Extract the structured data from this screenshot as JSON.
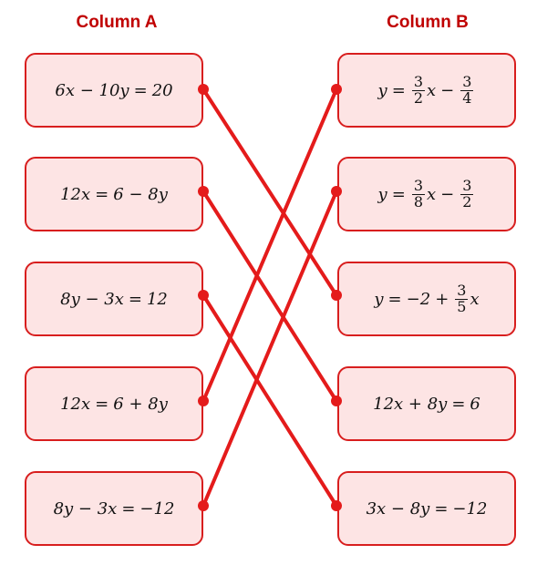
{
  "headers": {
    "a": "Column A",
    "b": "Column B"
  },
  "colors": {
    "header": "#c00000",
    "line": "#e41b1b",
    "box_fill": "#fde4e4",
    "box_border": "#d81e1e"
  },
  "column_a": [
    {
      "lhs": "6x − 10y",
      "rhs": "20"
    },
    {
      "lhs": "12x",
      "rhs": "6 − 8y"
    },
    {
      "lhs": "8y − 3x",
      "rhs": "12"
    },
    {
      "lhs": "12x",
      "rhs": "6 + 8y"
    },
    {
      "lhs": "8y − 3x",
      "rhs": "−12"
    }
  ],
  "column_b": [
    {
      "lead": "y",
      "f1n": "3",
      "f1d": "2",
      "mid": "x",
      "f2n": "3",
      "f2d": "4"
    },
    {
      "lead": "y",
      "f1n": "3",
      "f1d": "8",
      "mid": "x",
      "f2n": "3",
      "f2d": "2"
    },
    {
      "lead": "y",
      "pre": "−2",
      "f1n": "3",
      "f1d": "5",
      "mid": "x"
    },
    {
      "lhs": "12x + 8y",
      "rhs": "6"
    },
    {
      "lhs": "3x − 8y",
      "rhs": "−12"
    }
  ],
  "connections": [
    {
      "from": 0,
      "to": 2
    },
    {
      "from": 1,
      "to": 3
    },
    {
      "from": 2,
      "to": 4
    },
    {
      "from": 3,
      "to": 0
    },
    {
      "from": 4,
      "to": 1
    }
  ]
}
